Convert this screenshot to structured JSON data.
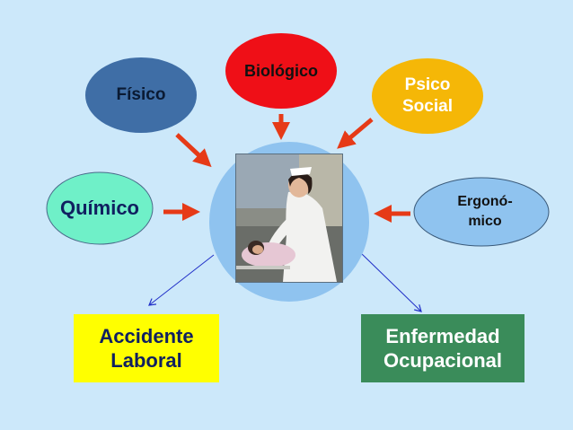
{
  "diagram": {
    "risks": {
      "fisico": "Físico",
      "biologico": "Biológico",
      "psicosocial": "Psico\nSocial",
      "quimico": "Químico",
      "ergonomico": "Ergonó-\nmico"
    },
    "outcomes": {
      "accidente": "Accidente\nLaboral",
      "enfermedad": "Enfermedad\nOcupacional"
    }
  },
  "colors": {
    "background": "#cce8fa",
    "fisico": "#3f6ea6",
    "biologico": "#ef0f17",
    "psicosocial": "#f5b707",
    "quimico": "#6ff0c8",
    "ergonomico": "#8fc3ef",
    "accidente": "#ffff00",
    "enfermedad": "#3a8c5a",
    "arrow_red": "#e63a17",
    "arrow_blue": "#2130c8"
  },
  "icons": {
    "center_image": "nurse-with-infant-photo"
  }
}
